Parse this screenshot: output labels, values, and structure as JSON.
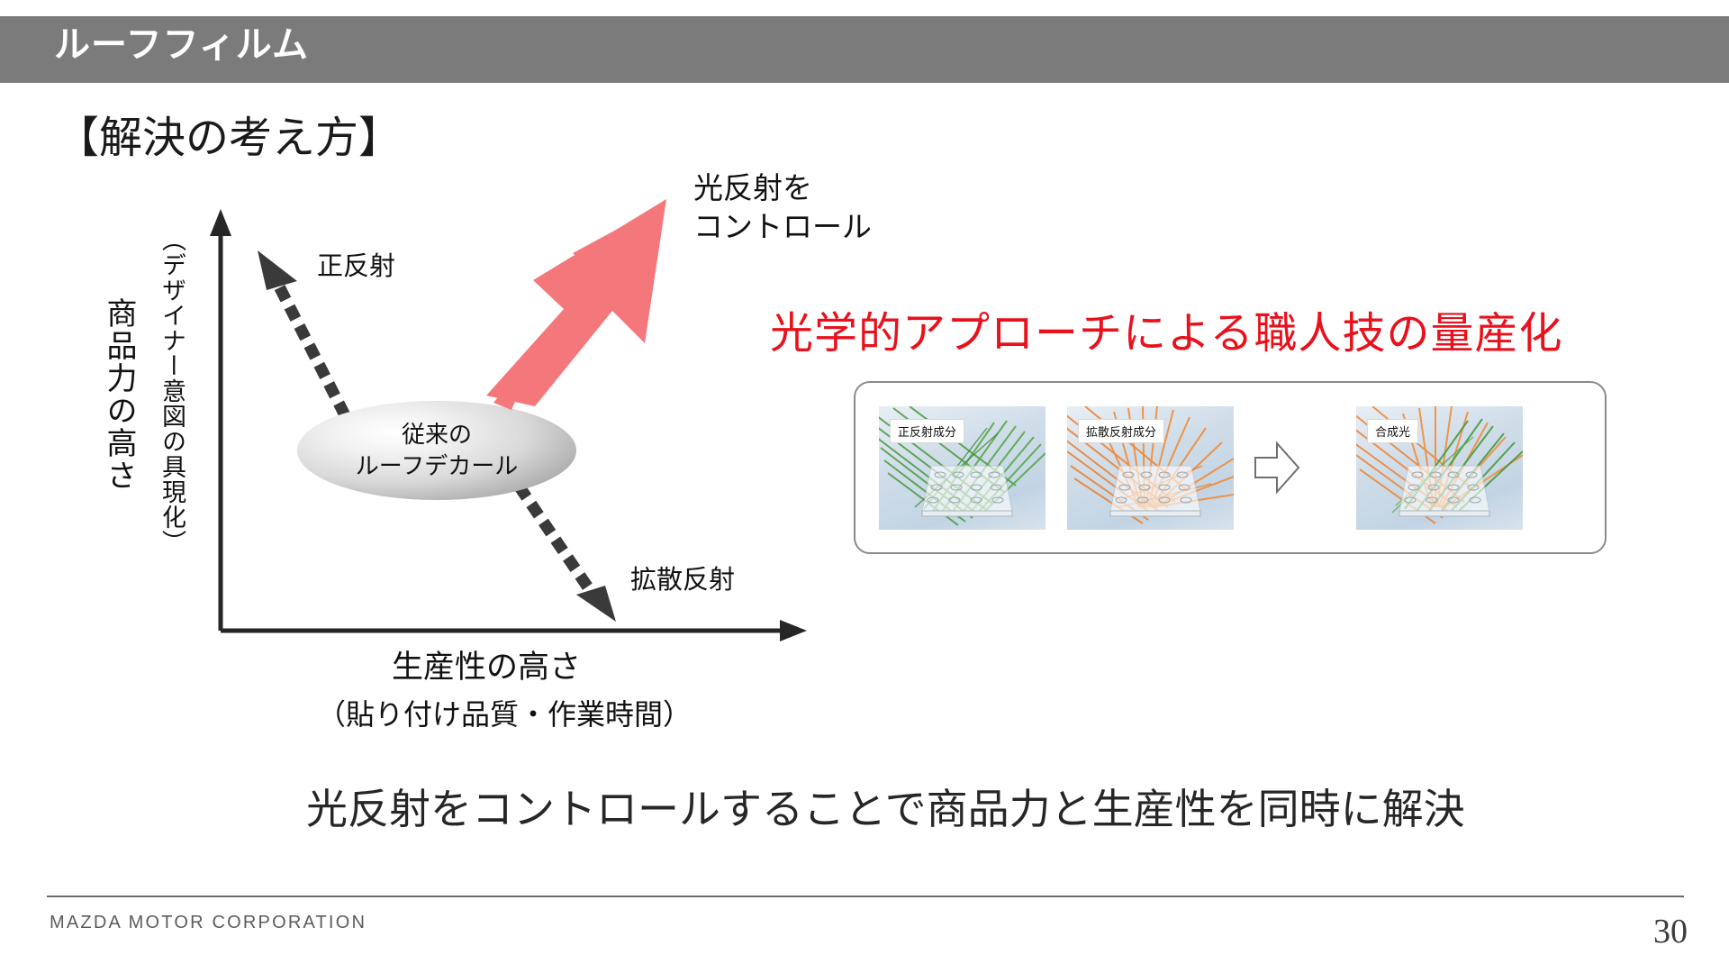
{
  "header": {
    "title": "ルーフフィルム"
  },
  "section": {
    "heading": "【解決の考え方】"
  },
  "chart_data": {
    "type": "scatter",
    "title": "",
    "xlabel": "生産性の高さ",
    "xlabel_sub": "（貼り付け品質・作業時間）",
    "ylabel": "商品力の高さ",
    "ylabel_sub": "（デザイナー意図の具現化）",
    "grid": false,
    "legend_position": "none",
    "annotations": [
      {
        "name": "specular",
        "label": "正反射",
        "direction": "upper-left"
      },
      {
        "name": "diffuse",
        "label": "拡散反射",
        "direction": "lower-right"
      },
      {
        "name": "solution",
        "label": "光反射を\nコントロール",
        "direction": "upper-right"
      }
    ],
    "nodes": [
      {
        "label": "従来の\nルーフデカール",
        "line1": "従来の",
        "line2": "ルーフデカール",
        "x": 0.42,
        "y": 0.45
      }
    ]
  },
  "chart": {
    "ylabel_main": "商品力の高さ",
    "ylabel_sub": "（デザイナー意図の具現化）",
    "xlabel_main": "生産性の高さ",
    "xlabel_sub": "（貼り付け品質・作業時間）",
    "label_specular": "正反射",
    "label_diffuse": "拡散反射",
    "ellipse_line1": "従来の",
    "ellipse_line2": "ルーフデカール"
  },
  "red_arrow": {
    "caption_line1": "光反射を",
    "caption_line2": "コントロール",
    "color": "#F4787B"
  },
  "headline": {
    "text": "光学的アプローチによる職人技の量産化",
    "color": "#E8111C"
  },
  "sim_panel": {
    "images": [
      {
        "tag": "正反射成分",
        "ray_color": "#4a9a3f"
      },
      {
        "tag": "拡散反射成分",
        "ray_color": "#ef7e2b"
      },
      {
        "tag": "合成光",
        "ray_color": "#ef7e2b"
      }
    ],
    "flow_arrow": "right-arrow-icon"
  },
  "conclusion": {
    "text": "光反射をコントロールすることで商品力と生産性を同時に解決"
  },
  "footer": {
    "brand": "MAZDA MOTOR CORPORATION",
    "page_number": "30"
  }
}
